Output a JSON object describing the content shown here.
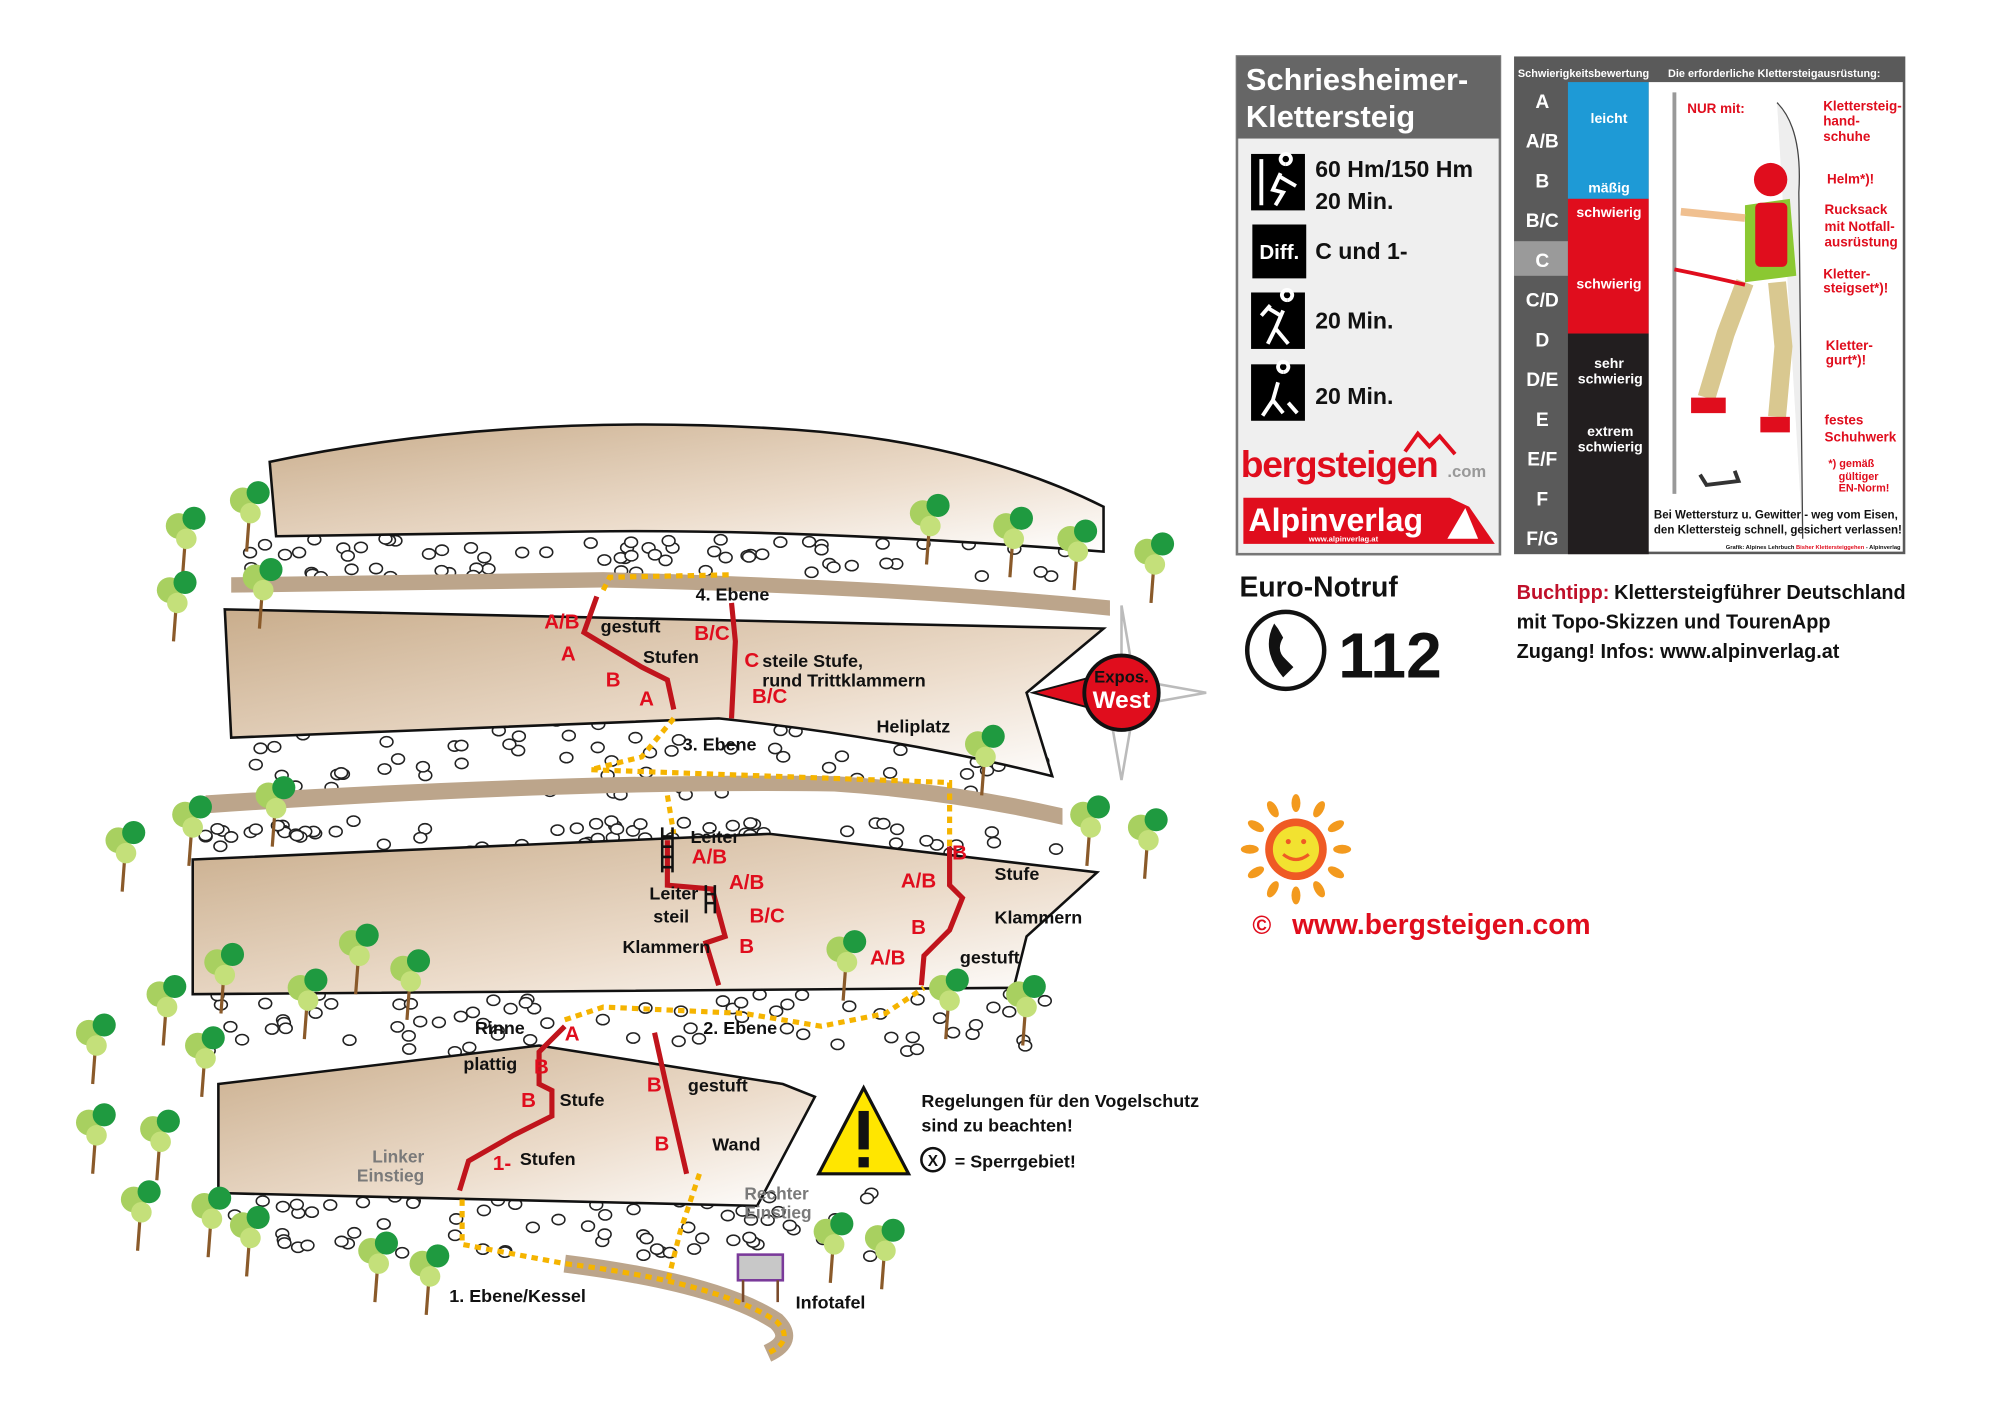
{
  "info_box": {
    "title_line1": "Schriesheimer-",
    "title_line2": "Klettersteig",
    "stats": [
      {
        "icon": "climber-icon",
        "line1": "60 Hm/150 Hm",
        "line2": "20 Min."
      },
      {
        "icon": "difficulty-badge",
        "badge": "Diff.",
        "line1": "C und 1-"
      },
      {
        "icon": "ascent-hiker-icon",
        "line1": "20 Min."
      },
      {
        "icon": "descent-hiker-icon",
        "line1": "20 Min."
      }
    ],
    "logo_bergsteigen": "bergsteigen",
    "logo_bergsteigen_suffix": ".com",
    "logo_alpinverlag": "Alpinverlag",
    "logo_alpinverlag_url": "www.alpinverlag.at"
  },
  "legend": {
    "header_left": "Schwierigkeitsbewertung",
    "header_right": "Die erforderliche Klettersteigausrüstung:",
    "grades": [
      "A",
      "A/B",
      "B",
      "B/C",
      "C",
      "C/D",
      "D",
      "D/E",
      "E",
      "E/F",
      "F",
      "F/G"
    ],
    "highlighted_grade": "C",
    "levels": {
      "leicht": "leicht",
      "maessig": "mäßig",
      "schwierig1": "schwierig",
      "schwierig2": "schwierig",
      "sehr1": "sehr",
      "sehr2": "schwierig",
      "extrem1": "extrem",
      "extrem2": "schwierig"
    },
    "level_colors": {
      "easy": "#1e9ad6",
      "hard": "#e00d1d",
      "very_hard": "#221e1f"
    },
    "equipment": {
      "nur_mit": "NUR mit:",
      "gloves": [
        "Klettersteig-",
        "hand-",
        "schuhe"
      ],
      "helmet": "Helm*)!",
      "backpack": [
        "Rucksack",
        "mit Notfall-",
        "ausrüstung"
      ],
      "set": [
        "Kletter-",
        "steigset*)!"
      ],
      "harness": [
        "Kletter-",
        "gurt*)!"
      ],
      "shoes": [
        "festes",
        "Schuhwerk"
      ],
      "norm": [
        "*) gemäß",
        "gültiger",
        "EN-Norm!"
      ]
    },
    "warning_line1": "Bei Wettersturz u. Gewitter - weg vom Eisen,",
    "warning_line2": "den Klettersteig schnell, gesichert verlassen!",
    "credit_prefix": "Grafik: Alpines Lehrbuch ",
    "credit_red": "Bisher Klettersteiggehen",
    "credit_suffix": " - Alpinverlag"
  },
  "emergency": {
    "label": "Euro-Notruf",
    "number": "112"
  },
  "book_tip": {
    "label": "Buchtipp:",
    "line1": "Klettersteigführer Deutschland",
    "line2": "mit Topo-Skizzen und TourenApp",
    "line3": "Zugang! Infos: www.alpinverlag.at"
  },
  "copyright": {
    "symbol": "©",
    "url": "www.bergsteigen.com"
  },
  "compass": {
    "line1": "Expos.",
    "line2": "West"
  },
  "notice": {
    "line1": "Regelungen für den Vogelschutz",
    "line2": "sind zu beachten!",
    "symbol": "X",
    "line3": "= Sperrgebiet!"
  },
  "map": {
    "levels": [
      "4. Ebene",
      "3. Ebene",
      "2. Ebene",
      "1. Ebene/Kessel"
    ],
    "labels": [
      "gestuft",
      "Stufen",
      "steile Stufe,",
      "rund Trittklammern",
      "Heliplatz",
      "Leiter",
      "Leiter",
      "steil",
      "Klammern",
      "Stufe",
      "Klammern",
      "gestuft",
      "Rinne",
      "plattig",
      "Stufe",
      "gestuft",
      "Stufen",
      "Wand",
      "Infotafel"
    ],
    "entries": [
      "Linker",
      "Einstieg",
      "Rechter",
      "Einstieg"
    ],
    "grades": [
      "A/B",
      "B/C",
      "A",
      "C",
      "B",
      "A",
      "B/C",
      "A/B",
      "A/B",
      "B/C",
      "B",
      "B",
      "A/B",
      "B",
      "A/B",
      "A",
      "B",
      "B",
      "B",
      "B",
      "1-"
    ]
  }
}
